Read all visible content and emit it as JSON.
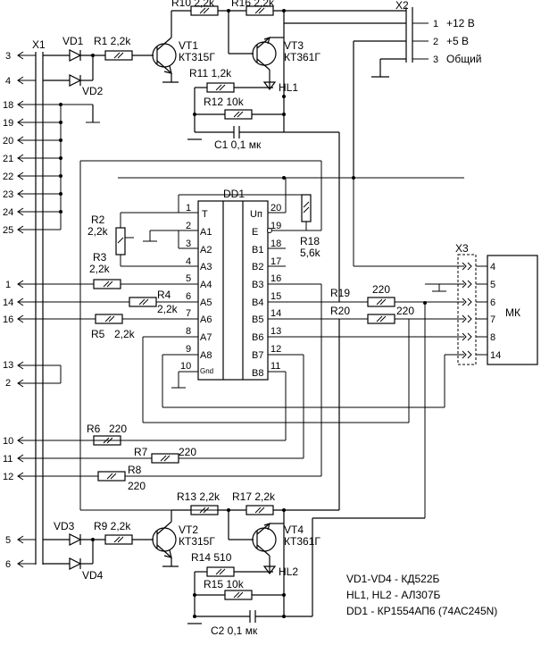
{
  "connectors": {
    "x1": "X1",
    "x2": "X2",
    "x3": "X3",
    "x1_pins": [
      "3",
      "4",
      "18",
      "19",
      "20",
      "21",
      "22",
      "23",
      "24",
      "25",
      "1",
      "14",
      "16",
      "13",
      "2",
      "10",
      "11",
      "12",
      "5",
      "6"
    ],
    "x2_pins": [
      "1",
      "2",
      "3"
    ],
    "x2_labels": [
      "+12 В",
      "+5 В",
      "Общий"
    ],
    "x3_pins": [
      "4",
      "5",
      "6",
      "7",
      "8",
      "14"
    ]
  },
  "components": {
    "vd1": "VD1",
    "vd2": "VD2",
    "vd3": "VD3",
    "vd4": "VD4",
    "r1": "R1 2,2k",
    "r2": "R2",
    "r2v": "2,2k",
    "r3": "R3",
    "r3v": "2,2k",
    "r4": "R4",
    "r4v": "2,2k",
    "r5": "R5",
    "r5v": "2,2k",
    "r6": "R6",
    "r6v": "220",
    "r7": "R7",
    "r7v": "220",
    "r8": "R8",
    "r8v": "220",
    "r9": "R9 2,2k",
    "r10": "R10 2,2k",
    "r11": "R11 1,2k",
    "r12": "R12 10k",
    "r13": "R13 2,2k",
    "r14": "R14 510",
    "r15": "R15 10k",
    "r16": "R16 2,2k",
    "r17": "R17 2,2k",
    "r18": "R18",
    "r18v": "5,6k",
    "r19": "R19",
    "r19v": "220",
    "r20": "R20",
    "r20v": "220",
    "vt1": "VT1",
    "vt1t": "КТ315Г",
    "vt2": "VT2",
    "vt2t": "КТ315Г",
    "vt3": "VT3",
    "vt3t": "КТ361Г",
    "vt4": "VT4",
    "vt4t": "КТ361Г",
    "hl1": "HL1",
    "hl2": "HL2",
    "c1": "C1 0,1 мк",
    "c2": "C2 0,1 мк",
    "mk": "МК"
  },
  "dd1": {
    "name": "DD1",
    "left_labels": [
      "T",
      "A1",
      "A2",
      "A3",
      "A4",
      "A5",
      "A6",
      "A7",
      "A8",
      "Gnd"
    ],
    "left_pins": [
      "1",
      "2",
      "3",
      "4",
      "5",
      "6",
      "7",
      "8",
      "9",
      "10"
    ],
    "right_labels": [
      "Uп",
      "E",
      "B1",
      "B2",
      "B3",
      "B4",
      "B5",
      "B6",
      "B7",
      "B8"
    ],
    "right_pins": [
      "20",
      "19",
      "18",
      "17",
      "16",
      "15",
      "14",
      "13",
      "12",
      "11"
    ]
  },
  "notes": [
    "VD1-VD4 - КД522Б",
    "HL1, HL2 - АЛ307Б",
    "DD1 - КР1554АП6 (74АС245N)"
  ]
}
